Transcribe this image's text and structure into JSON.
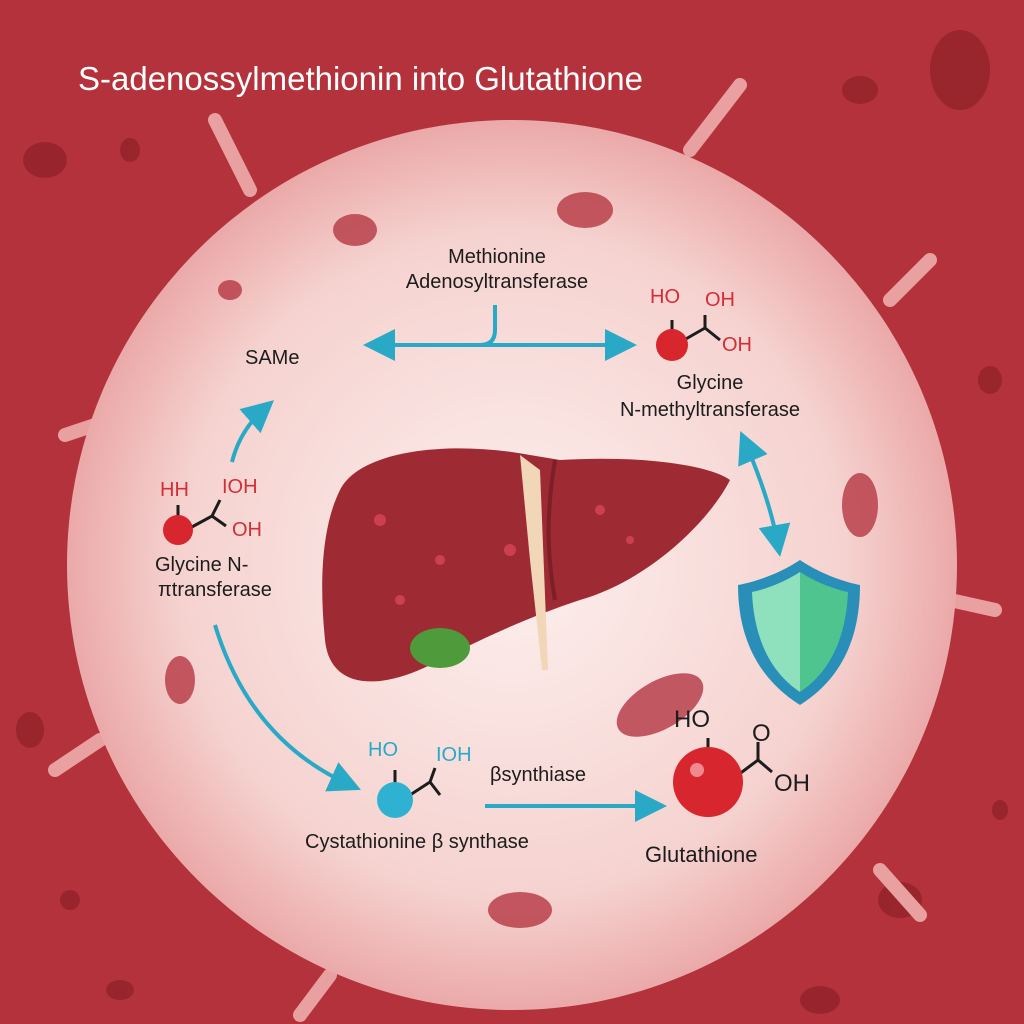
{
  "title": "S-adenossylmethionin into Glutathione",
  "colors": {
    "background": "#b3323b",
    "cell": "#f6d8d5",
    "arrow": "#2aa9c6",
    "liver": "#9e2a33",
    "molecule_red": "#d7262d",
    "molecule_blue": "#2fb2d2",
    "shield": "#5fd3a2"
  },
  "top_enzyme": {
    "line1": "Methionine",
    "line2": "Adenosyltransferase"
  },
  "same_label": "SAMe",
  "right_molecule": {
    "ho": "HO",
    "oh1": "OH",
    "oh2": "OH"
  },
  "right_enzyme": {
    "line1": "Glycine",
    "line2": "N-methyltransferase"
  },
  "left_molecule": {
    "hh": "HH",
    "ioh": "IOH",
    "oh": "OH"
  },
  "left_enzyme": {
    "line1": "Glycine N-",
    "line2": "πtransferase"
  },
  "blue_molecule": {
    "ho": "HO",
    "ioh": "IOH"
  },
  "bottom_arrow_label": "βsynthiase",
  "bottom_enzyme": "Cystathionine β synthase",
  "product": {
    "ho": "HO",
    "o": "O",
    "oh": "OH",
    "label": "Glutathione"
  },
  "icons": [
    "liver-icon",
    "shield-icon"
  ]
}
